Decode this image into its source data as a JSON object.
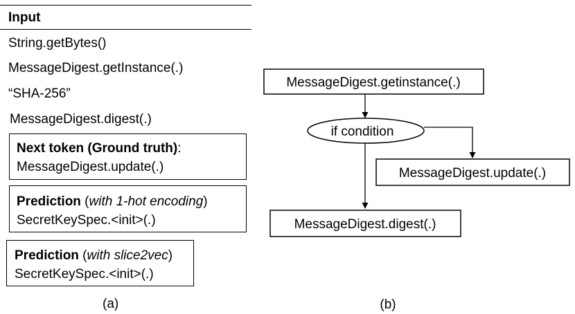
{
  "panel_a": {
    "header": "Input",
    "inputs": [
      "String.getBytes()",
      "MessageDigest.getInstance(.)",
      "“SHA-256”",
      "MessageDigest.digest(.)"
    ],
    "ground_truth": {
      "label_bold": "Next token (Ground truth)",
      "label_suffix": ":",
      "value": "MessageDigest.update(.)"
    },
    "prediction_onehot": {
      "label_bold": "Prediction",
      "label_open": " (",
      "label_italic": "with 1-hot encoding",
      "label_close": ")",
      "value": "SecretKeySpec.<init>(.)"
    },
    "prediction_slice2vec": {
      "label_bold": "Prediction",
      "label_open": " (",
      "label_italic": "with slice2vec",
      "label_close": ")",
      "value": "SecretKeySpec.<init>(.)"
    },
    "caption": "(a)"
  },
  "panel_b": {
    "nodes": {
      "getinstance": "MessageDigest.getinstance(.)",
      "condition": "if condition",
      "update": "MessageDigest.update(.)",
      "digest": "MessageDigest.digest(.)"
    },
    "caption": "(b)"
  }
}
